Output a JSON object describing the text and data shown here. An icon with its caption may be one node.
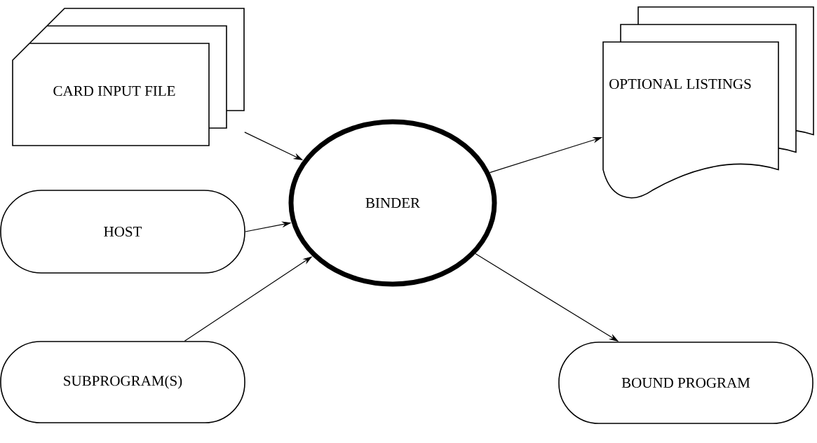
{
  "diagram": {
    "nodes": [
      {
        "text": [
          "CARD INPUT FILE"
        ]
      },
      {
        "text": [
          "HOST"
        ]
      },
      {
        "text": [
          "SUBPROGRAM(S)"
        ]
      },
      {
        "text": [
          "BINDER"
        ]
      },
      {
        "text": [
          "OPTIONAL LISTINGS"
        ]
      },
      {
        "text": [
          "BOUND PROGRAM"
        ]
      }
    ],
    "edges": [
      {
        "from": 0,
        "to": 3,
        "arrow": "to"
      },
      {
        "from": 1,
        "to": 3,
        "arrow": "to"
      },
      {
        "from": 2,
        "to": 3,
        "arrow": "to"
      },
      {
        "from": 3,
        "to": 4,
        "arrow": "to"
      },
      {
        "from": 3,
        "to": 5,
        "arrow": "to"
      }
    ]
  }
}
